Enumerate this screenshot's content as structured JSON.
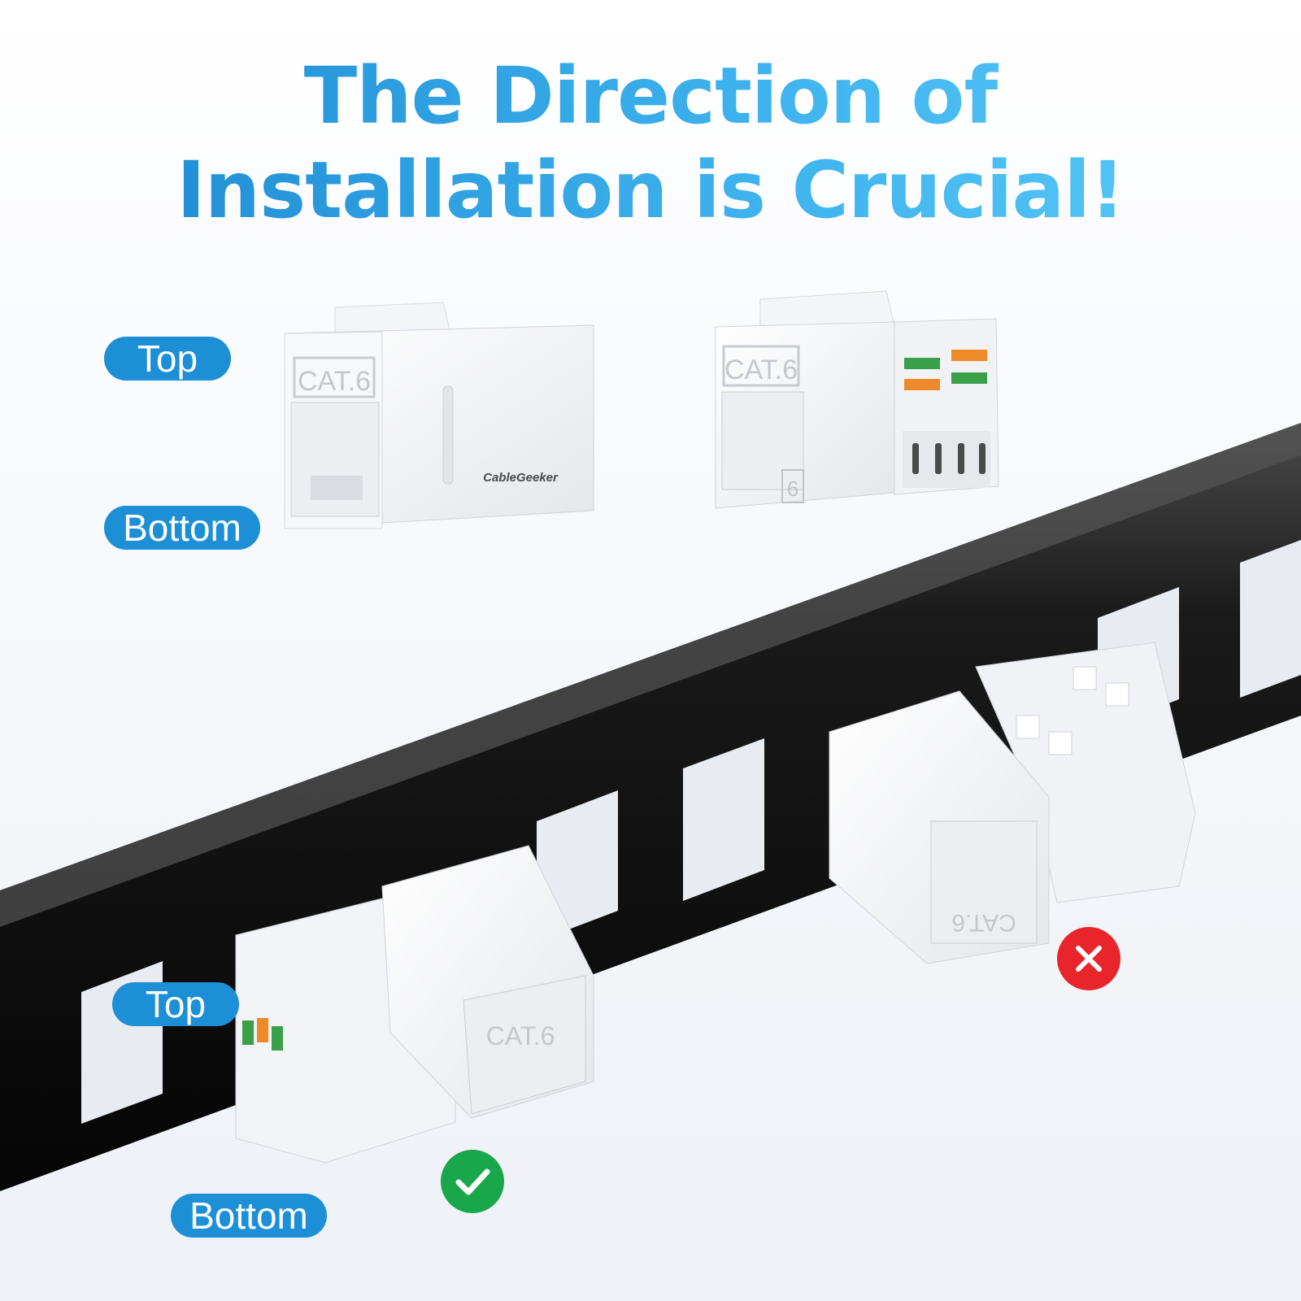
{
  "headline": {
    "line1": "The Direction of",
    "line2": "Installation is Crucial!"
  },
  "upper_labels": {
    "top": "Top",
    "bottom": "Bottom"
  },
  "lower_labels": {
    "top": "Top",
    "bottom": "Bottom"
  },
  "products": {
    "coupler_marking": "CAT.6",
    "coupler_brand": "CableGeeker",
    "keystone_marking": "CAT.6",
    "keystone_number": "6",
    "installed_keystone_marking": "CAT.6",
    "wrong_keystone_marking": "CAT.6"
  },
  "status": {
    "correct": "check-icon",
    "incorrect": "cross-icon"
  },
  "colors": {
    "title_start": "#1a86cf",
    "title_end": "#5ccaf8",
    "label_bg": "#1c8fd6",
    "correct": "#1aa64a",
    "incorrect": "#e8252b",
    "panel": "#0c0c0c"
  }
}
